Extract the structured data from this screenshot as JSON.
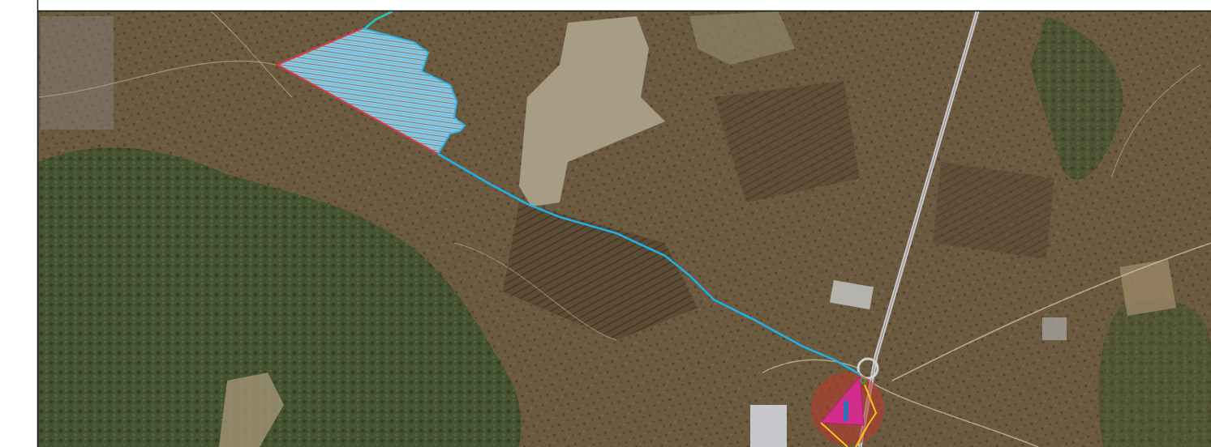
{
  "map": {
    "kind": "satellite-imagery",
    "features": [
      {
        "name": "project-area",
        "type": "polygon",
        "fill": "#7fc8e8",
        "stroke": "#29b6e6",
        "hatch": "#9a6b4a",
        "edge": "#e8343c"
      },
      {
        "name": "cable-route",
        "type": "line",
        "color": "#1eb2ea"
      },
      {
        "name": "route-start-segment",
        "type": "line",
        "color": "#22c9c0"
      },
      {
        "name": "substation-buffer",
        "type": "circle",
        "color": "#c0392b"
      },
      {
        "name": "substation-area",
        "type": "polygon",
        "color": "#d22d8a"
      },
      {
        "name": "access-route",
        "type": "line",
        "color": "#ffc21a"
      },
      {
        "name": "highway",
        "type": "road",
        "color": "#c8c8c8"
      }
    ]
  },
  "colors": {
    "frame": "#1a1a1a",
    "terrain_base": "#6e5e44",
    "forest": "#3f4e2c",
    "field_light": "#a59b84"
  }
}
